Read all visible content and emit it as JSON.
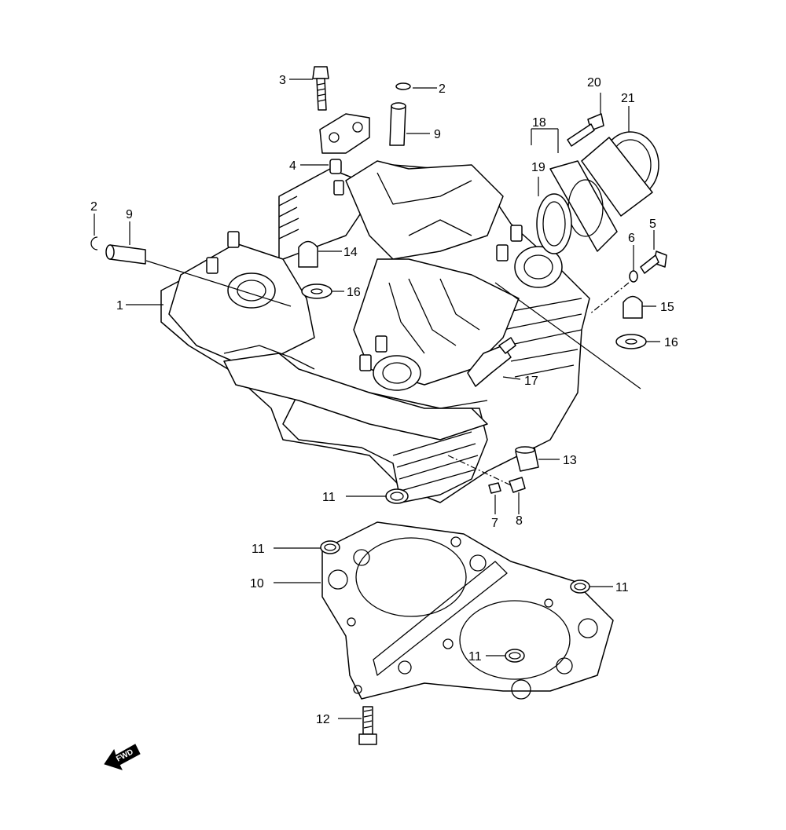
{
  "diagram": {
    "callouts": [
      {
        "id": "c1",
        "text": "1"
      },
      {
        "id": "c2a",
        "text": "2"
      },
      {
        "id": "c2b",
        "text": "2"
      },
      {
        "id": "c3",
        "text": "3"
      },
      {
        "id": "c4",
        "text": "4"
      },
      {
        "id": "c5",
        "text": "5"
      },
      {
        "id": "c6",
        "text": "6"
      },
      {
        "id": "c7",
        "text": "7"
      },
      {
        "id": "c8",
        "text": "8"
      },
      {
        "id": "c9a",
        "text": "9"
      },
      {
        "id": "c9b",
        "text": "9"
      },
      {
        "id": "c10",
        "text": "10"
      },
      {
        "id": "c11a",
        "text": "11"
      },
      {
        "id": "c11b",
        "text": "11"
      },
      {
        "id": "c11c",
        "text": "11"
      },
      {
        "id": "c11d",
        "text": "11"
      },
      {
        "id": "c12",
        "text": "12"
      },
      {
        "id": "c13",
        "text": "13"
      },
      {
        "id": "c14",
        "text": "14"
      },
      {
        "id": "c15",
        "text": "15"
      },
      {
        "id": "c16a",
        "text": "16"
      },
      {
        "id": "c16b",
        "text": "16"
      },
      {
        "id": "c17",
        "text": "17"
      },
      {
        "id": "c18",
        "text": "18"
      },
      {
        "id": "c19",
        "text": "19"
      },
      {
        "id": "c20",
        "text": "20"
      },
      {
        "id": "c21",
        "text": "21"
      }
    ],
    "forward_arrow": {
      "text": "FWD"
    }
  }
}
